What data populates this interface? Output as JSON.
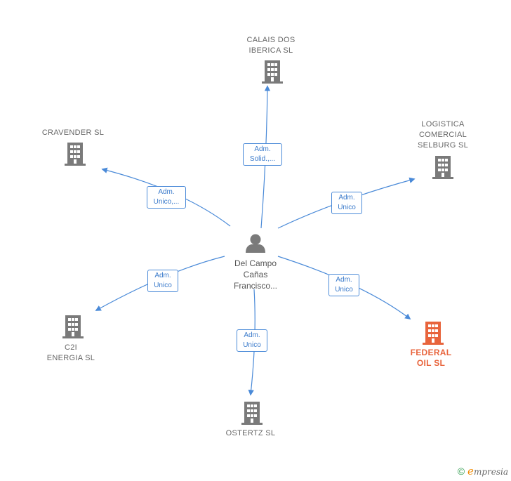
{
  "center": {
    "name": "Del Campo\nCañas\nFrancisco..."
  },
  "nodes": [
    {
      "id": "calais",
      "label": "CALAIS DOS\nIBERICA  SL",
      "highlight": false
    },
    {
      "id": "logistica",
      "label": "LOGISTICA\nCOMERCIAL\nSELBURG  SL",
      "highlight": false
    },
    {
      "id": "cravender",
      "label": "CRAVENDER SL",
      "highlight": false
    },
    {
      "id": "c2i",
      "label": "C2I\nENERGIA  SL",
      "highlight": false
    },
    {
      "id": "ostertz",
      "label": "OSTERTZ  SL",
      "highlight": false
    },
    {
      "id": "federal",
      "label": "FEDERAL\nOIL  SL",
      "highlight": true
    }
  ],
  "edges": [
    {
      "to": "calais",
      "label": "Adm.\nSolid.,..."
    },
    {
      "to": "logistica",
      "label": "Adm.\nUnico"
    },
    {
      "to": "cravender",
      "label": "Adm.\nUnico,..."
    },
    {
      "to": "c2i",
      "label": "Adm.\nUnico"
    },
    {
      "to": "ostertz",
      "label": "Adm.\nUnico"
    },
    {
      "to": "federal",
      "label": "Adm.\nUnico"
    }
  ],
  "colors": {
    "edge": "#4a8ad8",
    "building": "#7a7a7a",
    "building_highlight": "#e8643c",
    "person": "#7a7a7a"
  },
  "brand": {
    "copyright": "©",
    "e": "e",
    "text": "mpresia"
  }
}
